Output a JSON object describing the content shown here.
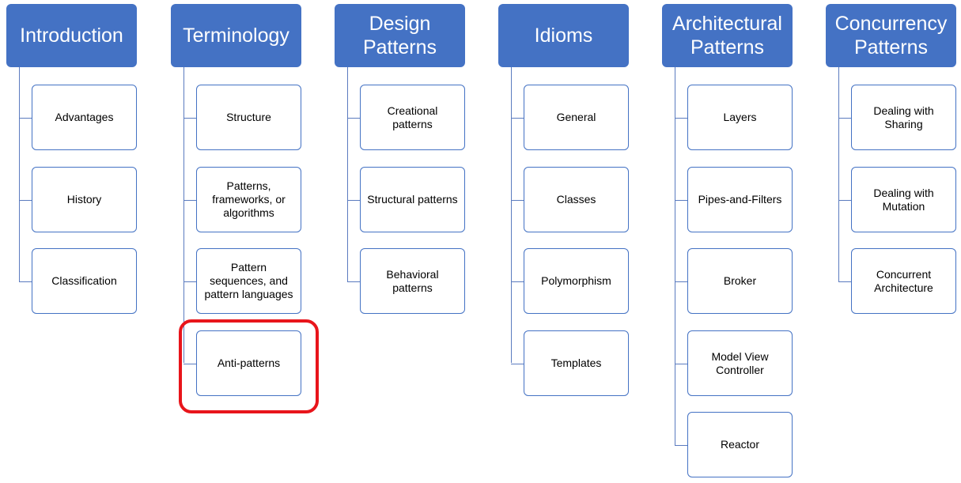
{
  "columns": [
    {
      "title": "Introduction",
      "items": [
        "Advantages",
        "History",
        "Classification"
      ]
    },
    {
      "title": "Terminology",
      "items": [
        "Structure",
        "Patterns, frameworks, or algorithms",
        "Pattern sequences, and pattern languages",
        "Anti-patterns"
      ]
    },
    {
      "title": "Design Patterns",
      "items": [
        "Creational patterns",
        "Structural patterns",
        "Behavioral patterns"
      ]
    },
    {
      "title": "Idioms",
      "items": [
        "General",
        "Classes",
        "Polymorphism",
        "Templates"
      ]
    },
    {
      "title": "Architectural Patterns",
      "items": [
        "Layers",
        "Pipes-and-Filters",
        "Broker",
        "Model View Controller",
        "Reactor"
      ]
    },
    {
      "title": "Concurrency Patterns",
      "items": [
        "Dealing with Sharing",
        "Dealing with Mutation",
        "Concurrent Architecture"
      ]
    }
  ],
  "highlight": {
    "column": 1,
    "item": 3,
    "color": "#e8151b"
  },
  "colors": {
    "header_fill": "#4472c4",
    "header_text": "#ffffff",
    "box_border": "#4472c4",
    "connector": "#5b7bbf"
  }
}
